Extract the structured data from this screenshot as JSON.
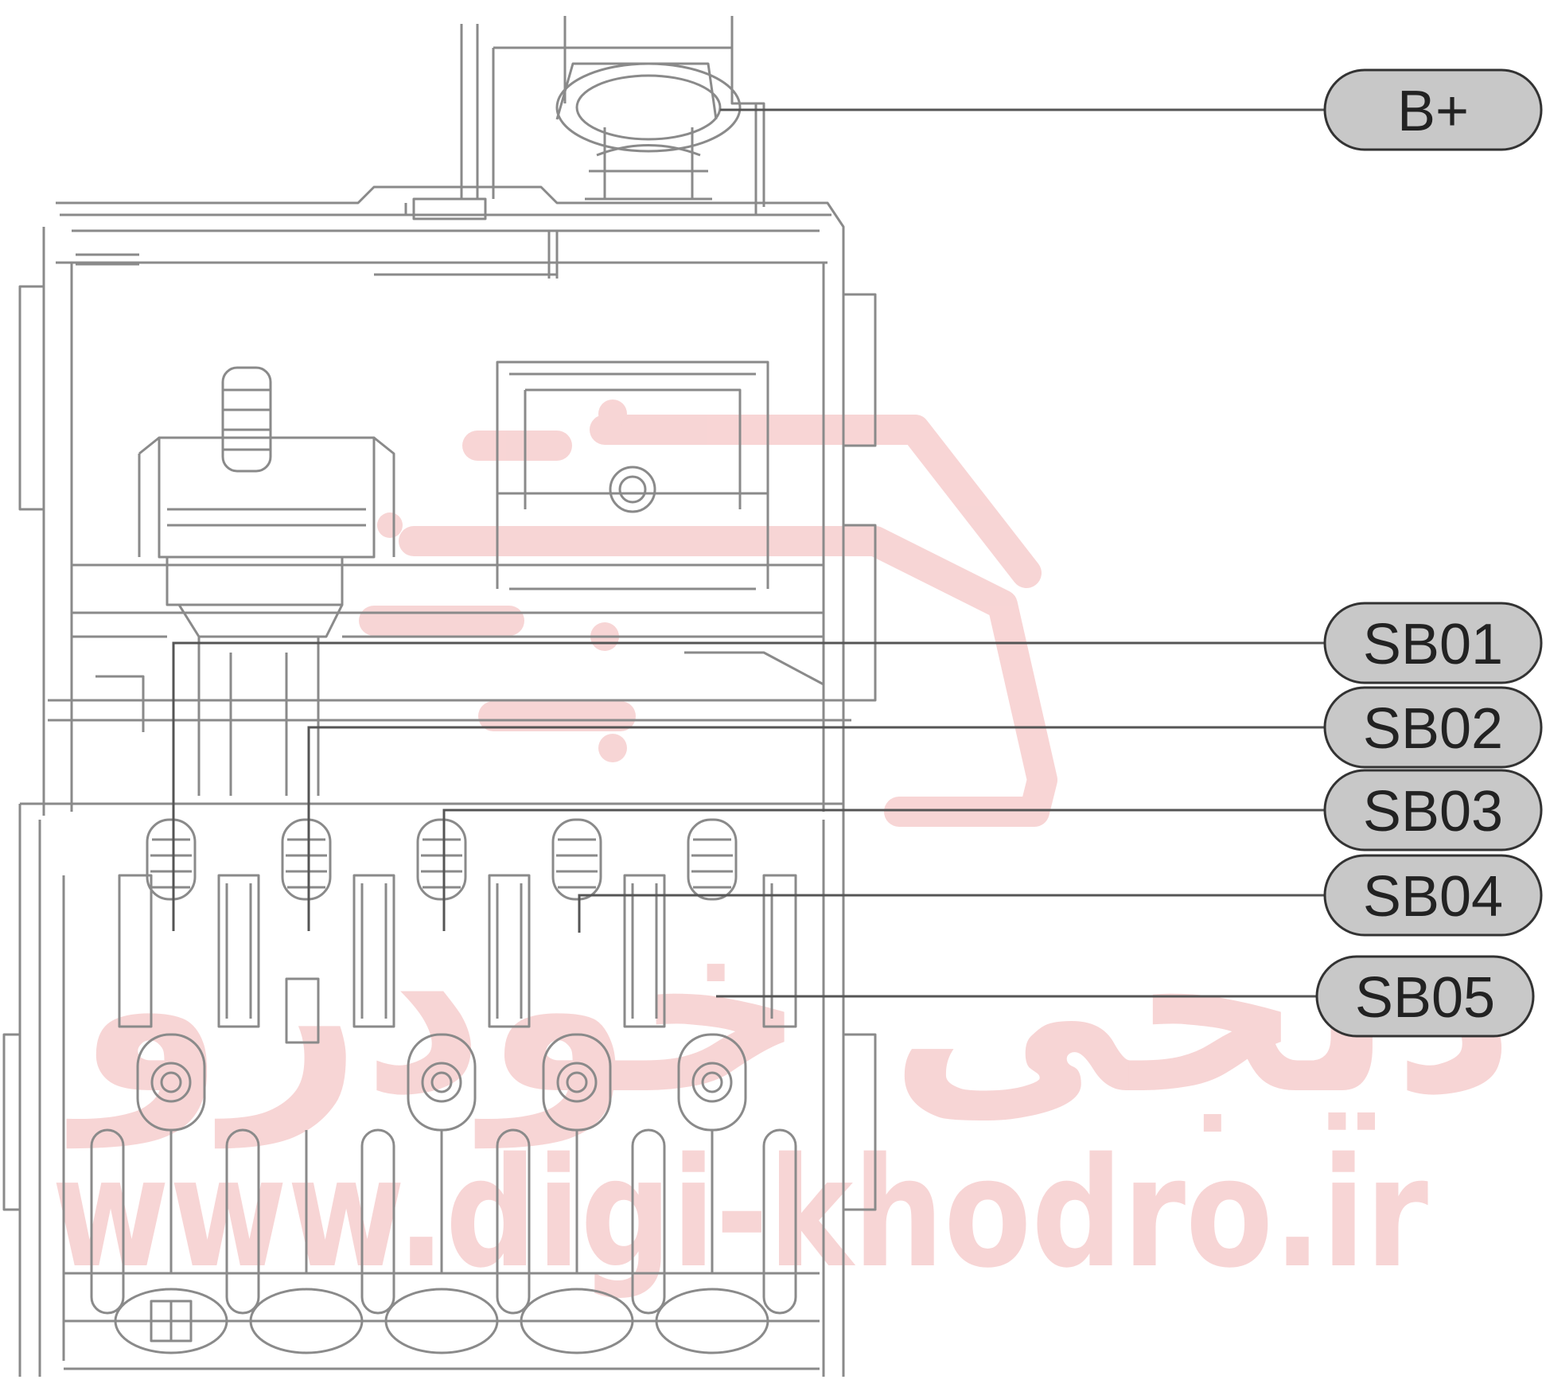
{
  "diagram": {
    "labels": [
      {
        "id": "b-plus",
        "text": "B+"
      },
      {
        "id": "sb01",
        "text": "SB01"
      },
      {
        "id": "sb02",
        "text": "SB02"
      },
      {
        "id": "sb03",
        "text": "SB03"
      },
      {
        "id": "sb04",
        "text": "SB04"
      },
      {
        "id": "sb05",
        "text": "SB05"
      }
    ],
    "watermark": {
      "url_text": "www.digi-khodro.ir",
      "brand_text": "دیجی خودرو",
      "color": "#f2b3b3"
    },
    "colors": {
      "label_fill": "#c8c8c8",
      "label_stroke": "#333333",
      "line": "#555555",
      "drawing": "#8a8a8a"
    }
  }
}
